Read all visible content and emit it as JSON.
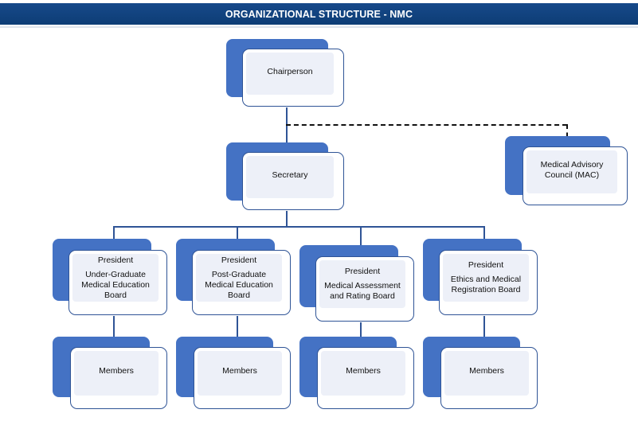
{
  "header": {
    "title": "ORGANIZATIONAL STRUCTURE - NMC",
    "bar_color": "#11447F"
  },
  "theme": {
    "backdrop_blue": "#4472C4",
    "border_navy": "#2F5496",
    "card_inner": "#EDF0F8",
    "connector": "#2F5496",
    "dashed_connector": "#111111"
  },
  "chart_data": {
    "type": "diagram",
    "title": "ORGANIZATIONAL STRUCTURE - NMC",
    "nodes": [
      {
        "id": "chairperson",
        "role": "Chairperson",
        "unit": "",
        "level": 0
      },
      {
        "id": "secretary",
        "role": "Secretary",
        "unit": "",
        "level": 1
      },
      {
        "id": "mac",
        "role": "Medical Advisory\nCouncil (MAC)",
        "unit": "",
        "level": 1
      },
      {
        "id": "board-ug",
        "role": "President",
        "unit": "Under-Graduate\nMedical Education\nBoard",
        "level": 2
      },
      {
        "id": "board-pg",
        "role": "President",
        "unit": "Post-Graduate\nMedical Education\nBoard",
        "level": 2
      },
      {
        "id": "board-mar",
        "role": "President",
        "unit": "Medical Assessment\nand Rating Board",
        "level": 2
      },
      {
        "id": "board-emr",
        "role": "President",
        "unit": "Ethics and Medical\nRegistration Board",
        "level": 2
      },
      {
        "id": "members-ug",
        "role": "Members",
        "unit": "",
        "level": 3
      },
      {
        "id": "members-pg",
        "role": "Members",
        "unit": "",
        "level": 3
      },
      {
        "id": "members-mar",
        "role": "Members",
        "unit": "",
        "level": 3
      },
      {
        "id": "members-emr",
        "role": "Members",
        "unit": "",
        "level": 3
      }
    ],
    "edges": [
      {
        "from": "chairperson",
        "to": "secretary",
        "style": "solid"
      },
      {
        "from": "chairperson",
        "to": "mac",
        "style": "dashed"
      },
      {
        "from": "secretary",
        "to": "board-ug",
        "style": "solid"
      },
      {
        "from": "secretary",
        "to": "board-pg",
        "style": "solid"
      },
      {
        "from": "secretary",
        "to": "board-mar",
        "style": "solid"
      },
      {
        "from": "secretary",
        "to": "board-emr",
        "style": "solid"
      },
      {
        "from": "board-ug",
        "to": "members-ug",
        "style": "solid"
      },
      {
        "from": "board-pg",
        "to": "members-pg",
        "style": "solid"
      },
      {
        "from": "board-mar",
        "to": "members-mar",
        "style": "solid"
      },
      {
        "from": "board-emr",
        "to": "members-emr",
        "style": "solid"
      }
    ]
  },
  "nodes": {
    "chairperson": {
      "role": "Chairperson"
    },
    "secretary": {
      "role": "Secretary"
    },
    "mac": {
      "role": "Medical Advisory\nCouncil (MAC)"
    },
    "board_ug": {
      "role": "President",
      "unit": "Under-Graduate\nMedical Education\nBoard"
    },
    "board_pg": {
      "role": "President",
      "unit": "Post-Graduate\nMedical Education\nBoard"
    },
    "board_mar": {
      "role": "President",
      "unit": "Medical Assessment\nand Rating Board"
    },
    "board_emr": {
      "role": "President",
      "unit": "Ethics and Medical\nRegistration Board"
    },
    "members_ug": {
      "role": "Members"
    },
    "members_pg": {
      "role": "Members"
    },
    "members_mar": {
      "role": "Members"
    },
    "members_emr": {
      "role": "Members"
    }
  }
}
